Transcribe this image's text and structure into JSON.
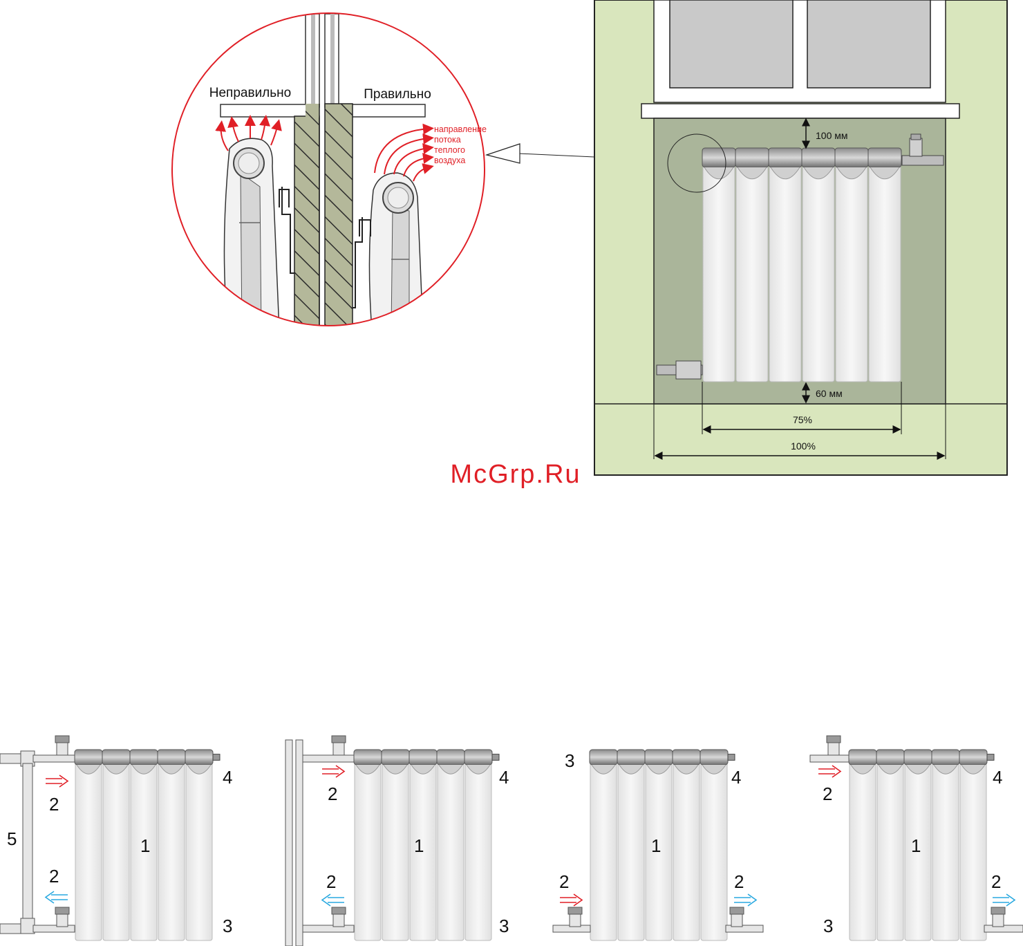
{
  "detail": {
    "wrong_label": "Неправильно",
    "right_label": "Правильно",
    "airflow_lines": [
      "направление",
      "потока",
      "теплого",
      "воздуха"
    ]
  },
  "installation": {
    "top_gap": "100 мм",
    "bottom_gap": "60 мм",
    "radiator_width": "75%",
    "niche_width": "100%"
  },
  "watermark": "McGrp.Ru",
  "schemes": [
    {
      "labels": [
        {
          "key": "s1_l4",
          "text": "4"
        },
        {
          "key": "s1_l2a",
          "text": "2"
        },
        {
          "key": "s1_l5",
          "text": "5"
        },
        {
          "key": "s1_l1",
          "text": "1"
        },
        {
          "key": "s1_l2b",
          "text": "2"
        },
        {
          "key": "s1_l3",
          "text": "3"
        }
      ]
    },
    {
      "labels": [
        {
          "key": "s2_l4",
          "text": "4"
        },
        {
          "key": "s2_l2a",
          "text": "2"
        },
        {
          "key": "s2_l1",
          "text": "1"
        },
        {
          "key": "s2_l2b",
          "text": "2"
        },
        {
          "key": "s2_l3",
          "text": "3"
        }
      ]
    },
    {
      "labels": [
        {
          "key": "s3_l3",
          "text": "3"
        },
        {
          "key": "s3_l4",
          "text": "4"
        },
        {
          "key": "s3_l1",
          "text": "1"
        },
        {
          "key": "s3_l2a",
          "text": "2"
        },
        {
          "key": "s3_l2b",
          "text": "2"
        }
      ]
    },
    {
      "labels": [
        {
          "key": "s4_l2a",
          "text": "2"
        },
        {
          "key": "s4_l4",
          "text": "4"
        },
        {
          "key": "s4_l1",
          "text": "1"
        },
        {
          "key": "s4_l3",
          "text": "3"
        },
        {
          "key": "s4_l2b",
          "text": "2"
        }
      ]
    }
  ],
  "colors": {
    "wall_light": "#d9e6bd",
    "niche": "#aab59a",
    "window_glass": "#c9c9c9",
    "hot_arrow": "#e01f26",
    "cold_arrow": "#29a9e0",
    "circle_stroke": "#e01f26"
  }
}
